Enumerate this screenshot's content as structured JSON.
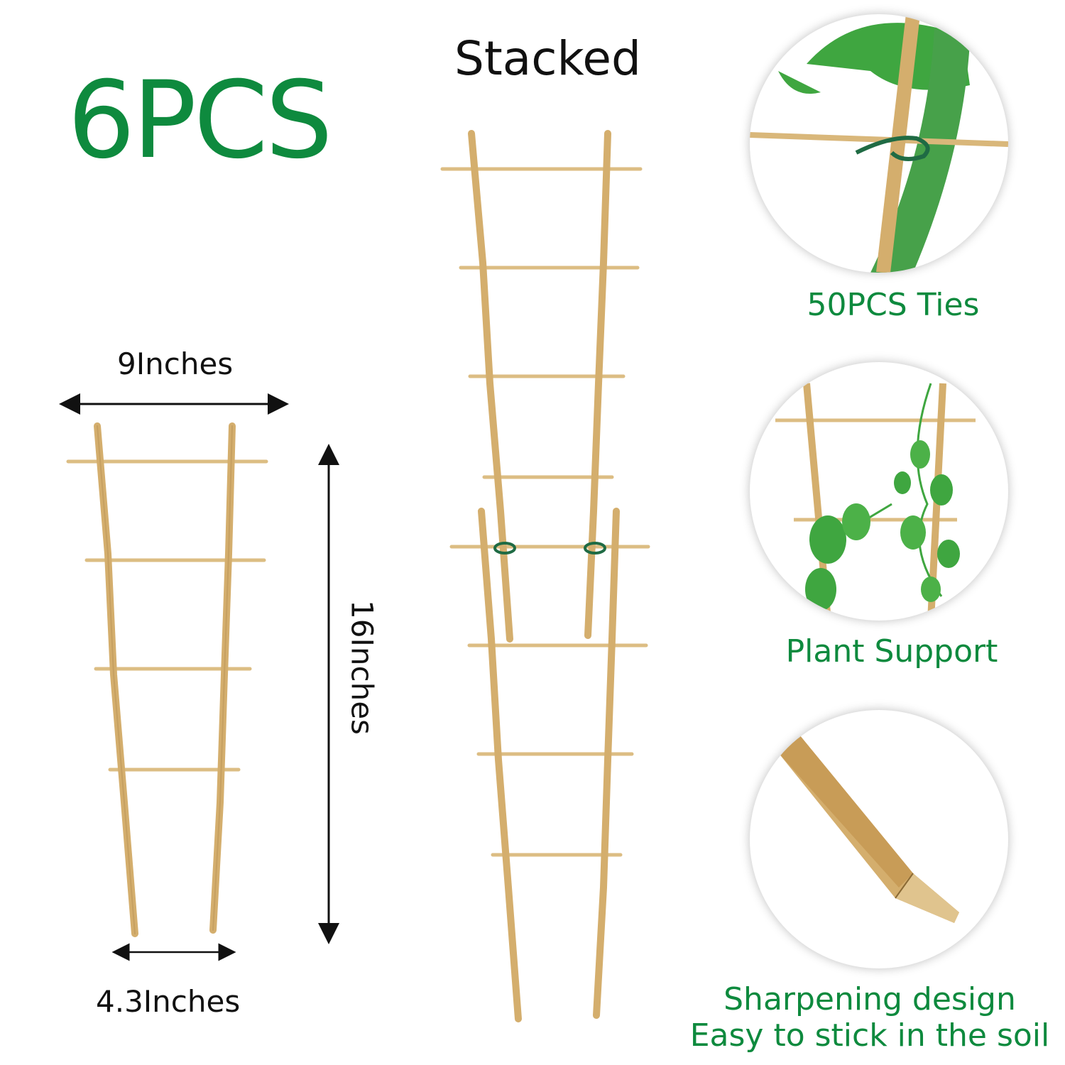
{
  "headline": {
    "count": "6PCS",
    "stacked": "Stacked"
  },
  "dimensions": {
    "width_top": "9Inches",
    "height": "16Inches",
    "width_bottom": "4.3Inches"
  },
  "features": [
    {
      "label": "50PCS Ties"
    },
    {
      "label": "Plant Support"
    },
    {
      "label_line1": "Sharpening design",
      "label_line2": "Easy to stick in the soil"
    }
  ],
  "colors": {
    "accent_green": "#0e8a3e",
    "bamboo": "#d9b77a",
    "bamboo_dark": "#b89255",
    "tie_green": "#1f6b44",
    "leaf_green": "#3fa640"
  }
}
